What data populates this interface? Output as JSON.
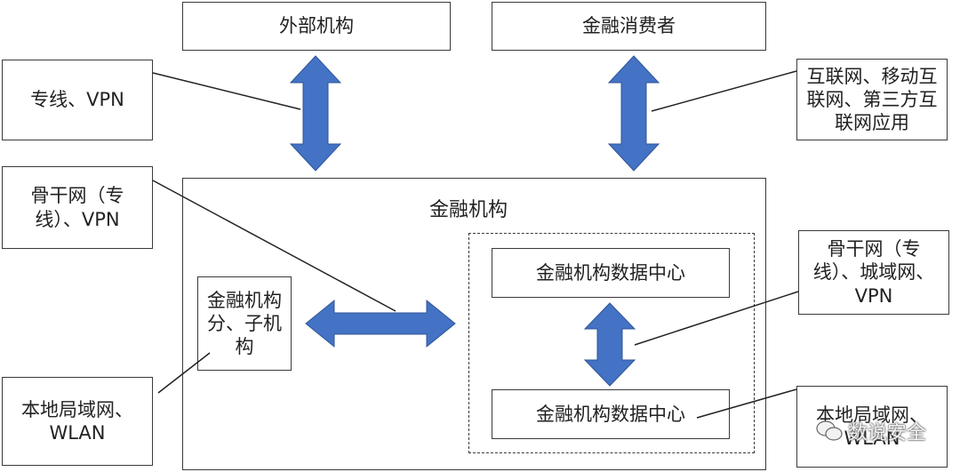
{
  "nodes": {
    "external": "外部机构",
    "consumer": "金融消费者",
    "institution": "金融机构",
    "datacenter_top": "金融机构数据中心",
    "datacenter_bottom": "金融机构数据中心",
    "branch": "金融机构分、子机构"
  },
  "labels": {
    "vpn": "专线、VPN",
    "internet": "互联网、移动互联网、第三方互联网应用",
    "backbone_left": "骨干网（专线）、VPN",
    "backbone_right": "骨干网（专线）、城域网、VPN",
    "lan_left": "本地局域网、WLAN",
    "lan_right": "本地局域网、WLAN"
  },
  "watermark": {
    "text": "数说安全"
  },
  "colors": {
    "arrow": "#4472C4",
    "arrow_stroke": "#2f5597",
    "border": "#3a3a3a"
  }
}
